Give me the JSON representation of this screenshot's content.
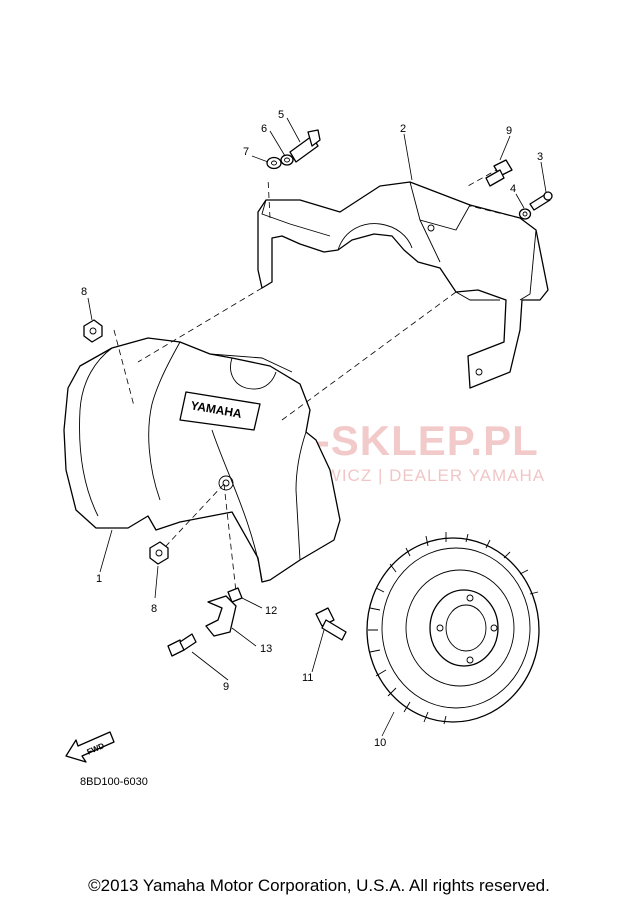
{
  "diagram": {
    "part_code": "8BD100-6030",
    "fwd_label": "FWD",
    "emblem_text": "YAMAHA",
    "callouts": [
      "1",
      "2",
      "3",
      "4",
      "5",
      "6",
      "7",
      "8",
      "8",
      "9",
      "9",
      "10",
      "11",
      "12",
      "13"
    ]
  },
  "watermark": {
    "main": "YAMA-SKLEP.PL",
    "sub": "MALIECHOWICZ | DEALER YAMAHA",
    "color": "#e8a0a0"
  },
  "footer": {
    "copyright": "©2013 Yamaha Motor Corporation, U.S.A. All rights reserved."
  }
}
